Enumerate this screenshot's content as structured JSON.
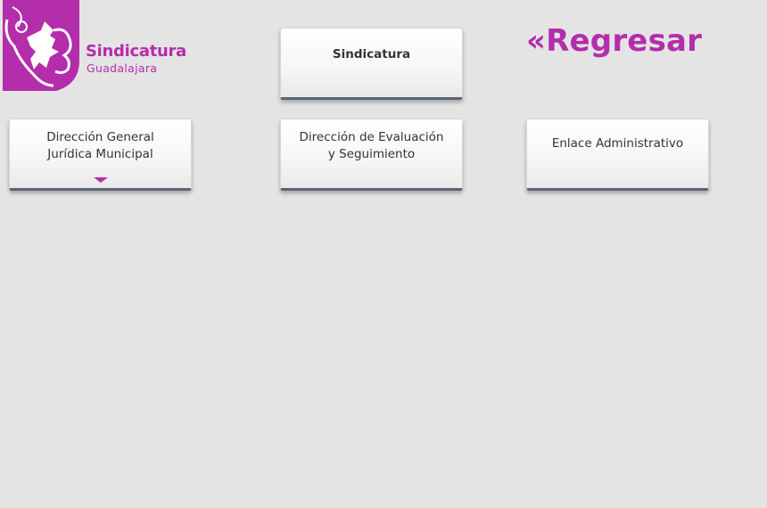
{
  "header": {
    "logo_title": "Sindicatura",
    "logo_subtitle": "Guadalajara",
    "back_link": "«Regresar"
  },
  "org_chart": {
    "root": {
      "label": "Sindicatura"
    },
    "children": [
      {
        "label_line1": "Dirección General",
        "label_line2": "Jurídica Municipal",
        "has_dropdown": true
      },
      {
        "label_line1": "Dirección de Evaluación",
        "label_line2": "y Seguimiento",
        "has_dropdown": false
      },
      {
        "label_line1": "Enlace Administrativo",
        "label_line2": "",
        "has_dropdown": false
      }
    ]
  },
  "icons": {
    "logo_mark": "lion-shield-icon",
    "dropdown": "caret-down-icon"
  },
  "colors": {
    "brand": "#b42daa",
    "background": "#e4e4e4",
    "box_bottom_border": "#5a6570"
  }
}
